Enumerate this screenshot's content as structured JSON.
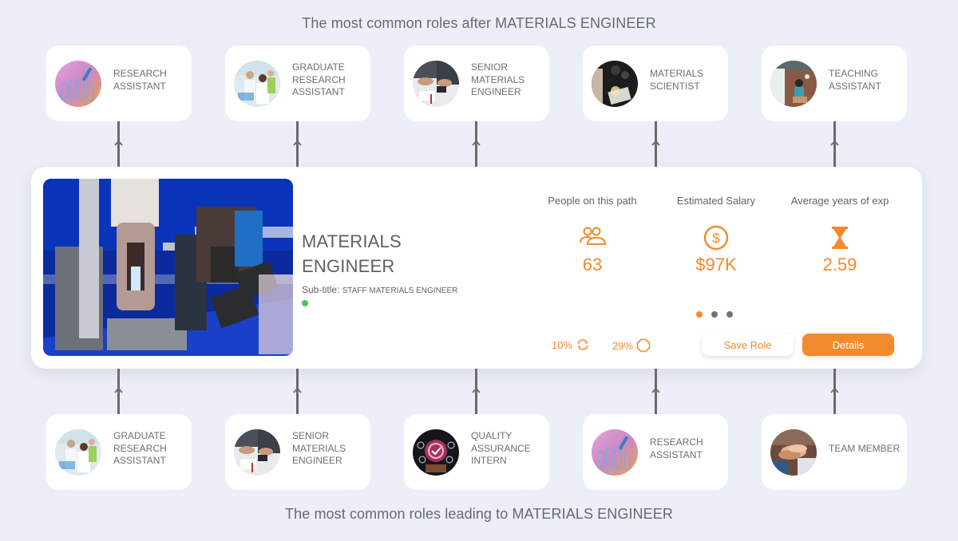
{
  "headings": {
    "top": "The most common roles after MATERIALS ENGINEER",
    "bottom": "The most common roles leading to MATERIALS ENGINEER"
  },
  "next_roles": [
    {
      "label": "RESEARCH ASSISTANT",
      "image": "lab-test-tubes-photo"
    },
    {
      "label": "GRADUATE RESEARCH ASSISTANT",
      "image": "lab-team-photo"
    },
    {
      "label": "SENIOR MATERIALS ENGINEER",
      "image": "desk-calculator-photo"
    },
    {
      "label": "MATERIALS SCIENTIST",
      "image": "dark-lab-photo"
    },
    {
      "label": "TEACHING ASSISTANT",
      "image": "classroom-photo"
    }
  ],
  "previous_roles": [
    {
      "label": "GRADUATE RESEARCH ASSISTANT",
      "image": "lab-team-photo"
    },
    {
      "label": "SENIOR MATERIALS ENGINEER",
      "image": "desk-calculator-photo"
    },
    {
      "label": "QUALITY ASSURANCE INTERN",
      "image": "quality-check-photo"
    },
    {
      "label": "RESEARCH ASSISTANT",
      "image": "lab-test-tubes-photo"
    },
    {
      "label": "TEAM MEMBER",
      "image": "team-hands-photo"
    }
  ],
  "current_role": {
    "title": "MATERIALS ENGINEER",
    "subtitle_label": "Sub-title:",
    "subtitle_value": "STAFF MATERIALS ENGINEER",
    "status_color": "#4cc35c",
    "image": "materials-testing-machine-photo",
    "stats": [
      {
        "label": "People on this path",
        "icon": "people-icon",
        "value": "63"
      },
      {
        "label": "Estimated Salary",
        "icon": "dollar-circle-icon",
        "value": "$97K"
      },
      {
        "label": "Average years of exp",
        "icon": "hourglass-icon",
        "value": "2.59"
      }
    ],
    "pager": {
      "count": 3,
      "active": 0
    },
    "mini_stats": [
      {
        "value": "10%",
        "icon": "refresh-icon"
      },
      {
        "value": "29%",
        "icon": "octagon-icon"
      }
    ],
    "buttons": {
      "save": "Save Role",
      "details": "Details"
    }
  },
  "colors": {
    "accent": "#f28a2e",
    "background": "#eceff7",
    "card": "#ffffff",
    "text": "#5f6368",
    "connector": "#6a6a6a"
  }
}
